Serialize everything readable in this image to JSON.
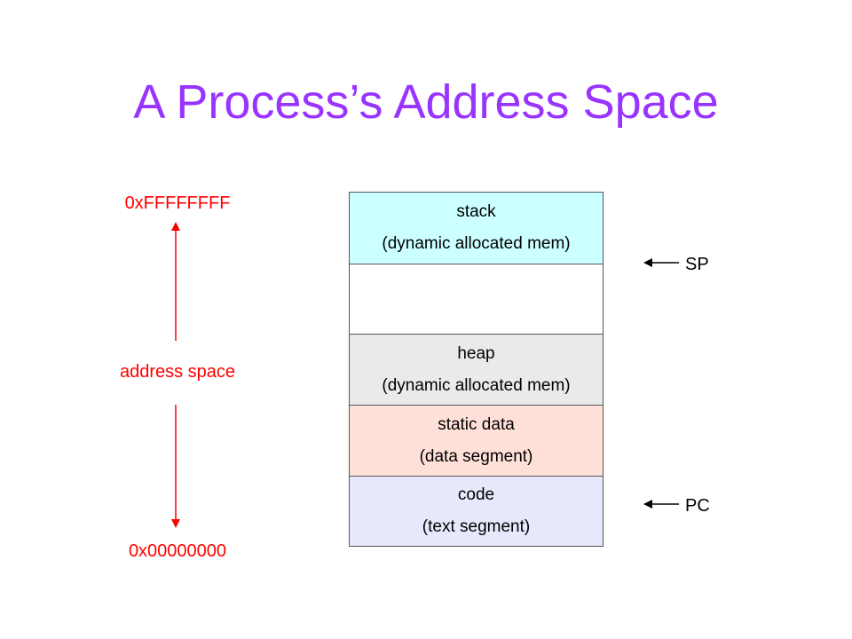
{
  "title": "A Process’s Address Space",
  "axis": {
    "top_label": "0xFFFFFFFF",
    "middle_label": "address space",
    "bottom_label": "0x00000000",
    "color": "#ff0000"
  },
  "segments": [
    {
      "name": "stack",
      "desc": "(dynamic allocated mem)",
      "color": "#ccffff"
    },
    {
      "name": "",
      "desc": "",
      "color": "#ffffff"
    },
    {
      "name": "heap",
      "desc": "(dynamic allocated mem)",
      "color": "#eaeaea"
    },
    {
      "name": "static data",
      "desc": "(data segment)",
      "color": "#ffe0d9"
    },
    {
      "name": "code",
      "desc": "(text segment)",
      "color": "#e8e8fc"
    }
  ],
  "pointers": {
    "sp": "SP",
    "pc": "PC"
  },
  "colors": {
    "title": "#9933ff"
  }
}
